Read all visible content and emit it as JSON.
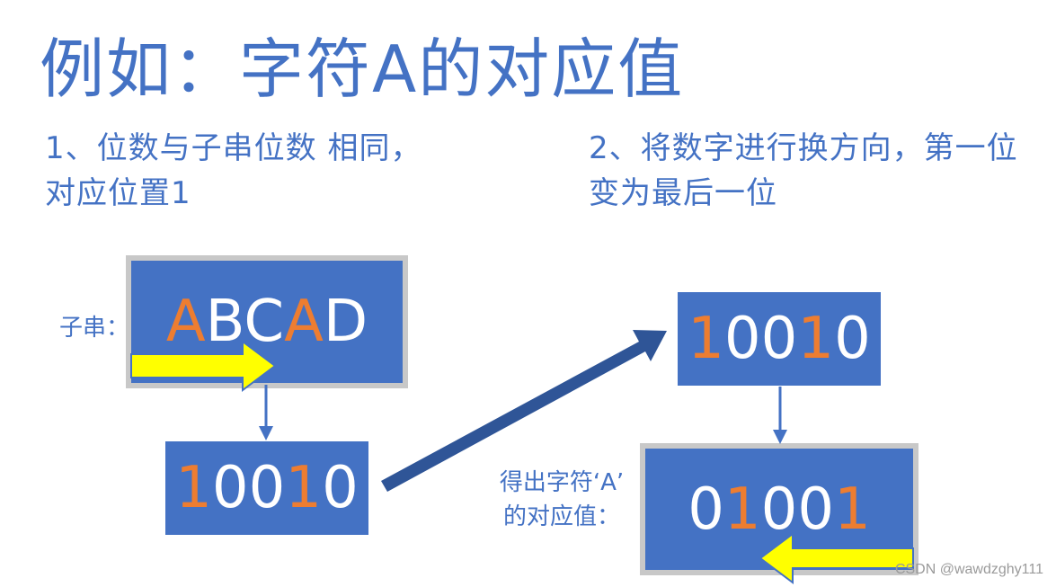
{
  "title": "例如：字符A的对应值",
  "step1": "1、位数与子串位数 相同，对应位置1",
  "step2": "2、将数字进行换方向，第一位变为最后一位",
  "substring_label": "子串：",
  "substring": [
    "A",
    "B",
    "C",
    "A",
    "D"
  ],
  "bits_forward": [
    "1",
    "0",
    "0",
    "1",
    "0"
  ],
  "bits_reversed": [
    "0",
    "1",
    "0",
    "0",
    "1"
  ],
  "result_label_line1": "得出字符‘A’",
  "result_label_line2": "的对应值：",
  "highlight_color": "#ed7d31",
  "box_color": "#4472c4",
  "arrow_yellow": "#ffff00",
  "watermark": "CSDN @wawdzghy111"
}
